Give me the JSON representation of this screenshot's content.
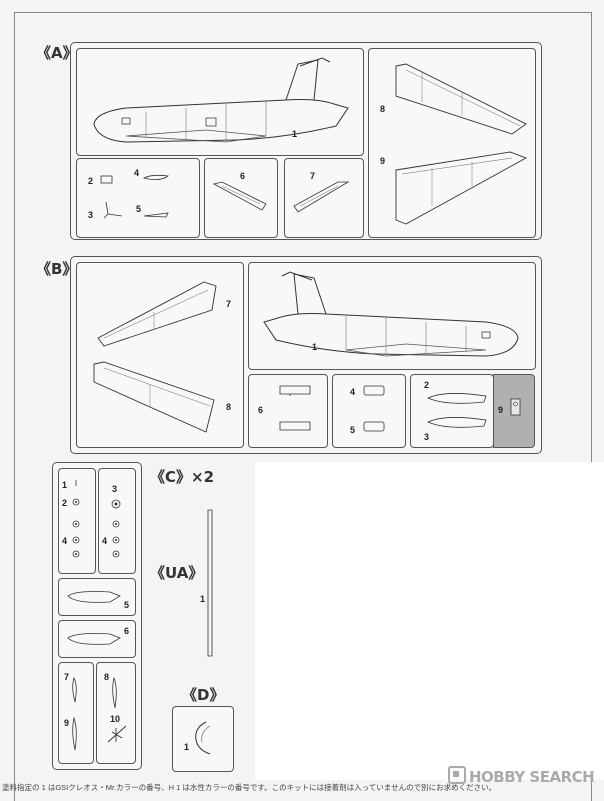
{
  "sections": {
    "A": {
      "label": "《A》"
    },
    "B": {
      "label": "《B》"
    },
    "C": {
      "label": "《C》×2"
    },
    "UA": {
      "label": "《UA》"
    },
    "D": {
      "label": "《D》"
    }
  },
  "parts": {
    "A": {
      "fuselage": "1",
      "p2": "2",
      "p3": "3",
      "p4": "4",
      "p5": "5",
      "p6": "6",
      "p7": "7",
      "p8": "8",
      "p9": "9"
    },
    "B": {
      "fuselage": "1",
      "p2": "2",
      "p3": "3",
      "p4": "4",
      "p5": "5",
      "p6": "6",
      "p7": "7",
      "p8": "8",
      "p9": "9"
    },
    "C": {
      "p1": "1",
      "p2": "2",
      "p3": "3",
      "p4a": "4",
      "p4b": "4",
      "p5": "5",
      "p6": "6",
      "p7": "7",
      "p8": "8",
      "p9": "9",
      "p10": "10"
    },
    "UA": {
      "p1": "1"
    },
    "D": {
      "p1": "1"
    }
  },
  "footer": {
    "note": "塗料指定の 1 はGSIクレオス・Mr.カラーの番号、H 1 は水性カラーの番号です。このキットには接着剤は入っていませんので別にお求めください。"
  },
  "watermark": {
    "text": "HOBBY SEARCH",
    "logo_icon": "hobbysearch-logo-icon"
  }
}
